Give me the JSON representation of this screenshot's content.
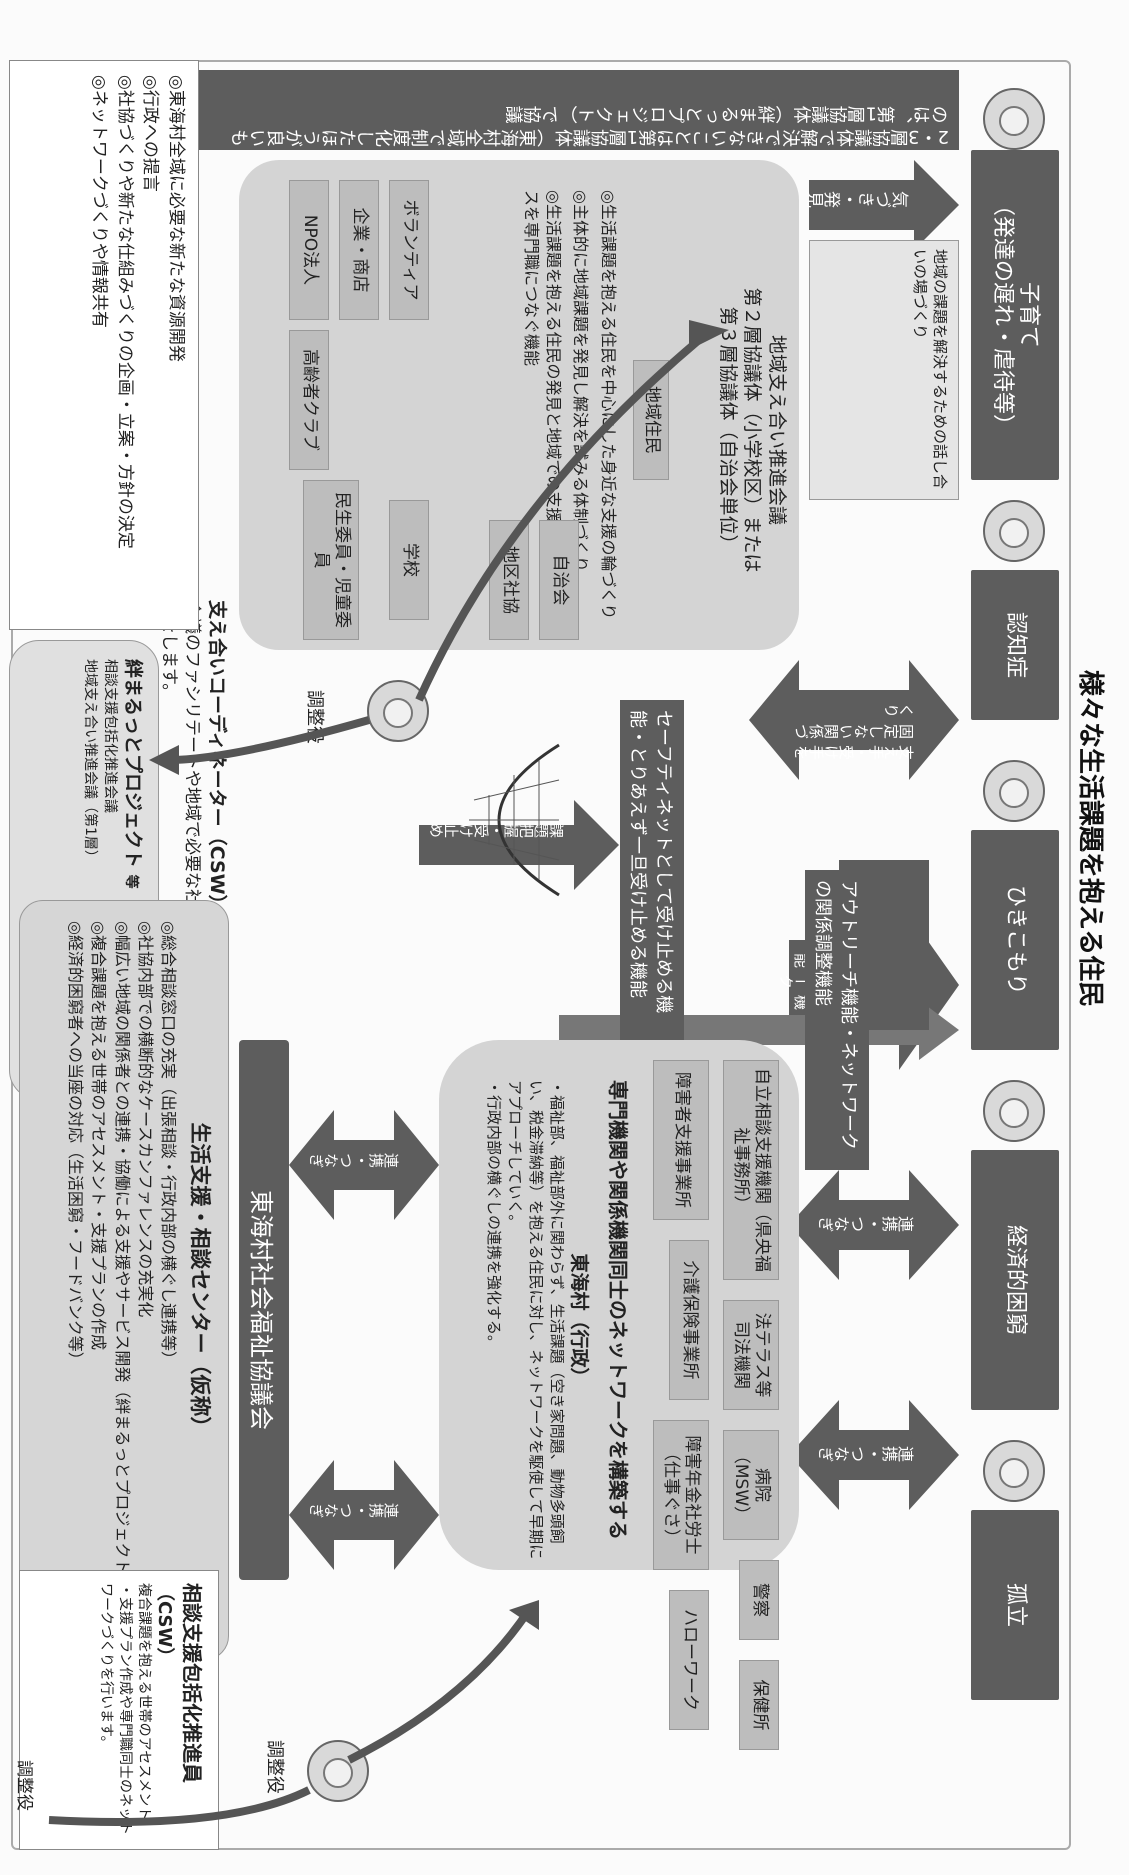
{
  "title": "様々な生活課題を抱える住民",
  "issues": [
    {
      "label": "子育て\n（発達の遅れ・虐待等）"
    },
    {
      "label": "認知症"
    },
    {
      "label": "ひきこもり"
    },
    {
      "label": "経済的困窮"
    },
    {
      "label": "孤立"
    }
  ],
  "left_bar_text": "2・3層協議体で解決できないことは第1層協議体（東海村全域で制度化したほうが良いものは、第1層協議体（絆まるっとプロジェクト）で協議",
  "arrows": {
    "kizuki": "気づき・発見",
    "sasae": "支え手・受け手を固定しない関係づくり",
    "renkei1": "連携・つなぎ",
    "renkei2": "連携・つなぎ",
    "renkei3": "連携・つなぎ",
    "renkei4": "連携・つなぎ",
    "outreach": "アウトリーチ機能・ネットワークの関係調整機能",
    "safety": "セーフティネットとして受け止める機能・とりあえず一旦受け止める機能",
    "uketome": "課題把握・受け止め"
  },
  "local_area": {
    "discussion": "地域の課題を解決するための話し合いの場づくり",
    "council_title": "地域支え合い推進会議",
    "council_sub1": "第２層協議体（小学校区）または",
    "council_sub2": "第３層協議体（自治会単位）",
    "residents": "地域住民",
    "bullet1": "◎生活課題を抱える住民を中心にした身近な支援の輪づくり",
    "bullet2": "◎主体的に地域課題を発見し解決を試みる体制づくり",
    "bullet3": "◎生活課題を抱える住民の発見と地域での支援が困難なケースを専門職につなぐ機能",
    "orgs": [
      "ボランティア",
      "企業・商店",
      "NPO法人",
      "高齢者クラブ",
      "民生委員・児童委員",
      "学校",
      "地区社協",
      "自治会"
    ]
  },
  "professional": {
    "orgs": [
      "自立相談支援機関（県央福祉事務所）",
      "法テラス等司法機関",
      "病院（MSW）",
      "警察",
      "保健所",
      "障害者支援事業所",
      "介護保険事業所",
      "障害年金社労士（仕事ぐさ）",
      "ハローワーク"
    ],
    "title": "専門機関や関係機関同士のネットワークを構築する",
    "gov_title": "東海村（行政）",
    "gov_body1": "・福祉部、福祉部外に関わらず、生活課題（空き家問題、動物多頭飼い、税金滞納等）を抱える住民に対し、ネットワークを駆使して早期にアプローチしていく。",
    "gov_body2": "・行政内部の横ぐしの連携を強化する。"
  },
  "shakyo": "東海村社会福祉協議会",
  "center": {
    "title": "生活支援・相談センター（仮称）",
    "items": [
      "◎総合相談窓口の充実（出張相談・行政内部の横ぐし連携等）",
      "◎社協内部での横断的なケースカンファレンスの充実化",
      "◎幅広い地域の関係者との連携・協働による支援やサービス開発（絆まるっとプロジェクト）",
      "◎複合課題を抱える世帯のアセスメント・支援プランの作成",
      "◎経済的困窮者への当座の対応（生活困窮・フードバンク等）"
    ]
  },
  "csw": {
    "title": "相談支援包括化推進員",
    "subtitle": "（CSW）",
    "body1": "複合課題を抱える世帯のアセスメント",
    "body2": "・支援プラン作成や専門職同士のネットワークづくりを行います。",
    "role": "調整役"
  },
  "supporter": {
    "title": "支え合いコーディネーター（CSW）",
    "body": "会議のファシリテートや地域で必要な社会資源を具体化するお手伝いをします。",
    "role": "調整役"
  },
  "kizuna": {
    "title": "絆まるっとプロジェクト",
    "suffix": "等",
    "sub1": "相談支援包括化推進会議",
    "sub2": "地域支え合い推進会議（第1層）",
    "items": [
      "◎東海村全域に必要な新たな資源開発",
      "◎行政への提言",
      "◎社協づくりや新たな仕組みづくりの企画・立案・方針の決定",
      "◎ネットワークづくりや情報共有"
    ]
  },
  "top_role": "調整役"
}
